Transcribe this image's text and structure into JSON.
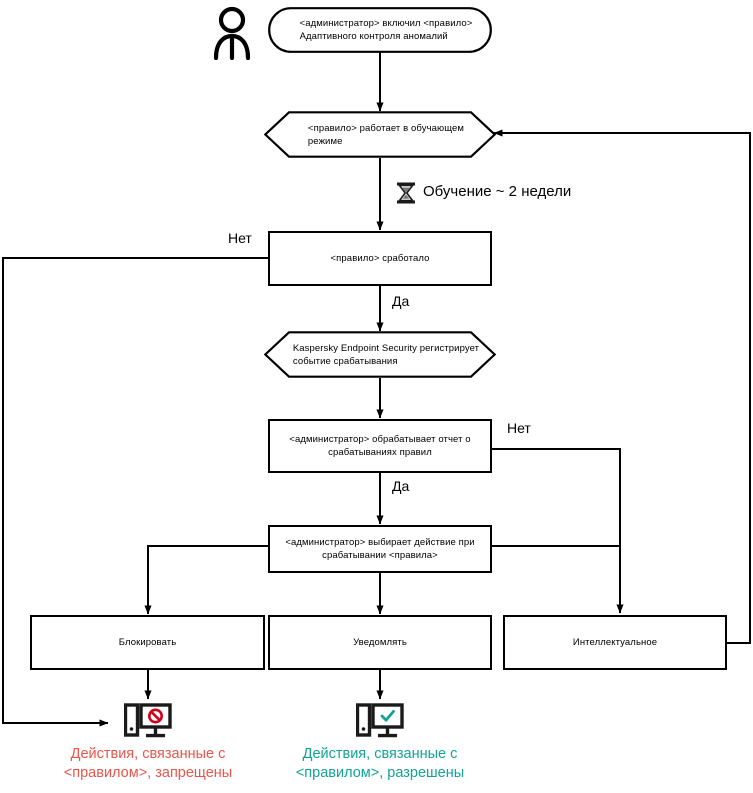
{
  "diagram": {
    "title": "Adaptive Anomaly Control rule workflow",
    "colors": {
      "line": "#000000",
      "box_fill": "#ffffff",
      "deny_text": "#e8564b",
      "allow_text": "#11a396",
      "deny_icon": "#d0021b",
      "allow_icon": "#11a396"
    },
    "actor": {
      "icon": "person-icon",
      "label": ""
    },
    "nodes": [
      {
        "id": "start",
        "shape": "rounded",
        "text": "<администратор> включил <правило>\nАдаптивного контроля аномалий"
      },
      {
        "id": "learning",
        "shape": "hexagon",
        "text": "<правило>  работает в обучающем\nрежиме"
      },
      {
        "id": "triggered",
        "shape": "rect",
        "text": "<правило> сработало"
      },
      {
        "id": "kes-event",
        "shape": "hexagon",
        "text": "Kaspersky Endpoint Security регистрирует\nсобытие срабатывания"
      },
      {
        "id": "report",
        "shape": "rect",
        "text": "<администратор> обрабатывает отчет о\nсрабатываниях правил"
      },
      {
        "id": "choose-action",
        "shape": "rect",
        "text": "<администратор> выбирает действие при\nсрабатывании <правила>"
      },
      {
        "id": "block",
        "shape": "rect",
        "text": "Блокировать"
      },
      {
        "id": "notify",
        "shape": "rect",
        "text": "Уведомлять"
      },
      {
        "id": "smart",
        "shape": "rect",
        "text": "Интеллектуальное"
      }
    ],
    "edge_labels": {
      "triggered_no": "Нет",
      "triggered_yes": "Да",
      "report_no": "Нет",
      "report_yes": "Да"
    },
    "wait_label": {
      "icon": "hourglass-icon",
      "text": "Обучение ~ 2 недели"
    },
    "outcomes": [
      {
        "id": "denied",
        "icon": "computer-blocked-icon",
        "text": "Действия, связанные с\n<правилом>, запрещены"
      },
      {
        "id": "allowed",
        "icon": "computer-allowed-icon",
        "text": "Действия, связанные с\n<правилом>, разрешены"
      }
    ]
  }
}
